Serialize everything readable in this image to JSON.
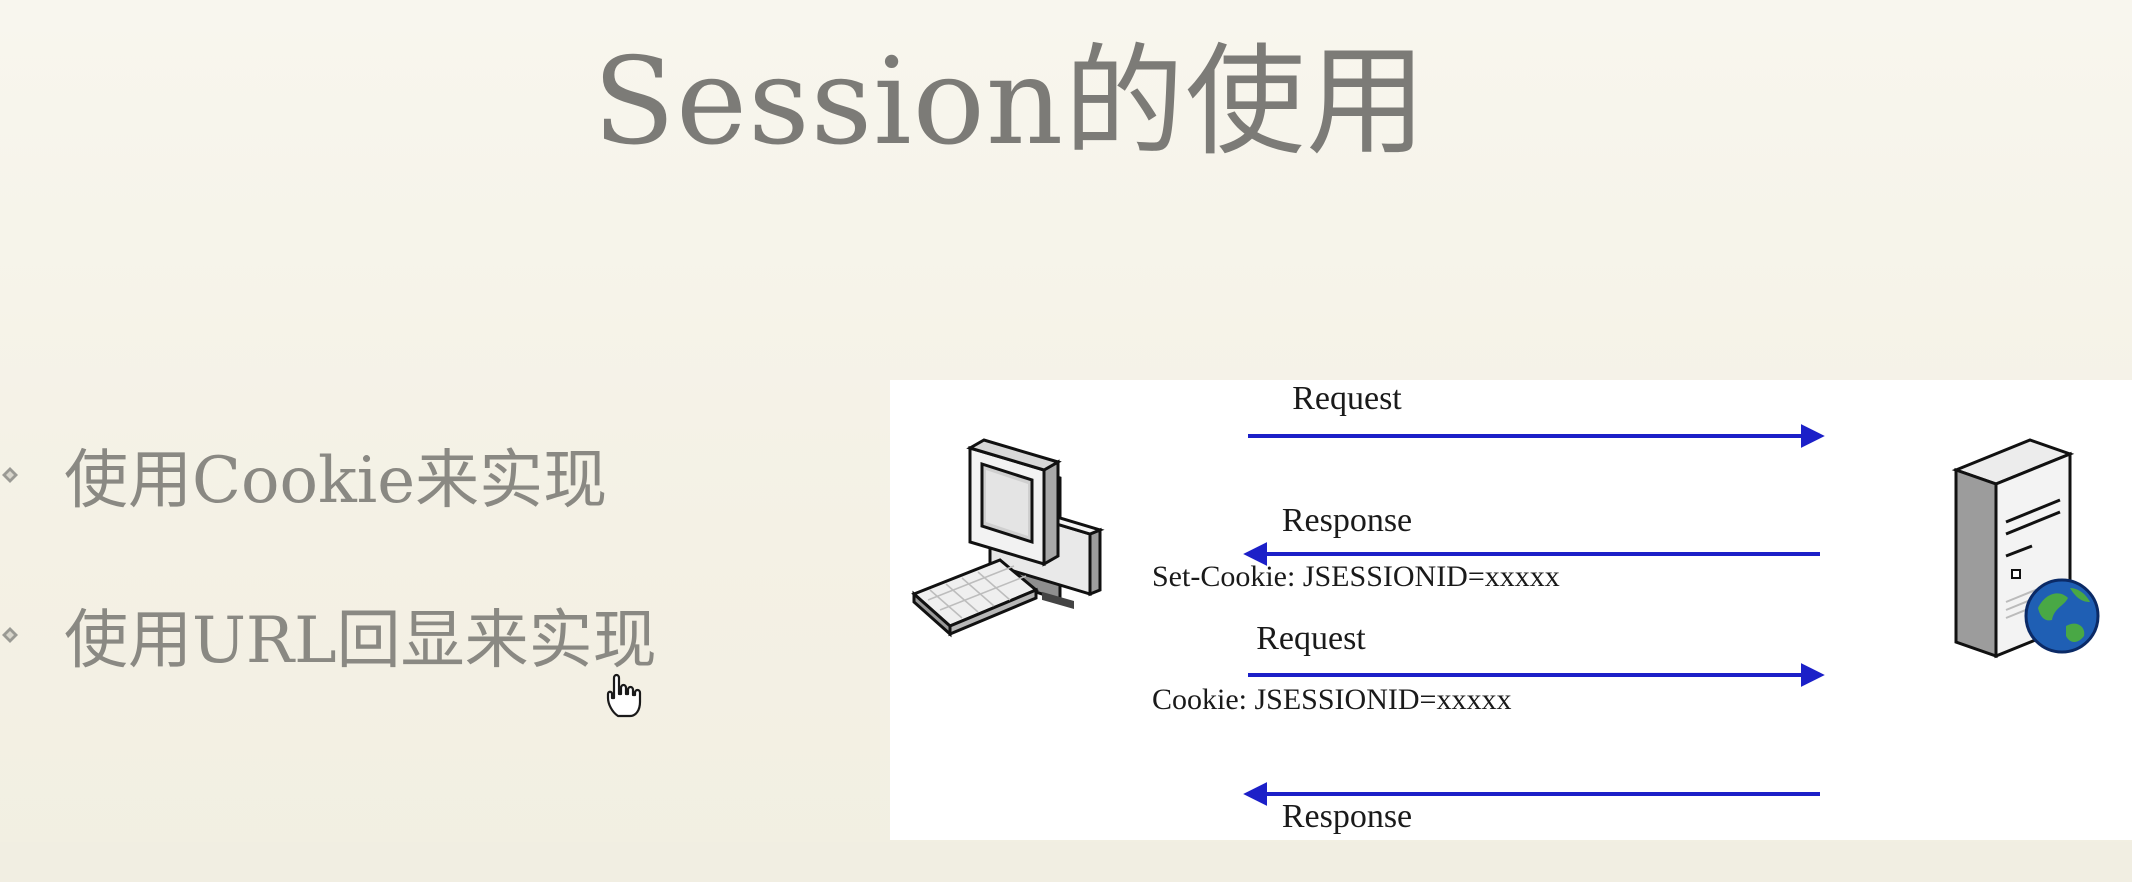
{
  "slide": {
    "title": "Session的使用",
    "bullets": [
      {
        "label": "使用Cookie来实现"
      },
      {
        "label": "使用URL回显来实现"
      }
    ],
    "bullet_icon": "diamond-bullet-icon",
    "cursor_icon": "hand-pointer-icon"
  },
  "diagram": {
    "client_icon": "desktop-computer-icon",
    "server_icon": "web-server-icon",
    "arrow_color": "#1c20c8",
    "messages": [
      {
        "label": "Request",
        "detail": "",
        "direction": "to-server"
      },
      {
        "label": "Response",
        "detail": "Set-Cookie: JSESSIONID=xxxxx",
        "direction": "to-client"
      },
      {
        "label": "Request",
        "detail": "Cookie: JSESSIONID=xxxxx",
        "direction": "to-server"
      },
      {
        "label": "Response",
        "detail": "",
        "direction": "to-client"
      }
    ]
  }
}
